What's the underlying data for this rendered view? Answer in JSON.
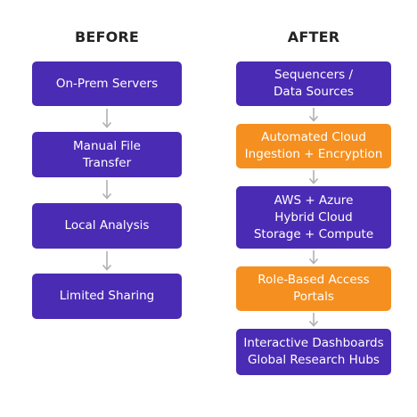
{
  "before": {
    "title": "BEFORE",
    "steps": [
      {
        "lines": [
          "On-Prem Servers"
        ]
      },
      {
        "lines": [
          "Manual File",
          "Transfer"
        ]
      },
      {
        "lines": [
          "Local Analysis"
        ]
      },
      {
        "lines": [
          "Limited Sharing"
        ]
      }
    ]
  },
  "after": {
    "title": "AFTER",
    "steps": [
      {
        "lines": [
          "Sequencers /",
          "Data Sources"
        ]
      },
      {
        "lines": [
          "Automated Cloud",
          "Ingestion + Encryption"
        ]
      },
      {
        "lines": [
          "AWS + Azure",
          "Hybrid Cloud",
          "Storage + Compute"
        ]
      },
      {
        "lines": [
          "Role-Based Access",
          "Portals"
        ]
      },
      {
        "lines": [
          "Interactive Dashboards",
          "Global Research Hubs"
        ]
      }
    ]
  },
  "colors": {
    "purple": "#4a2bb4",
    "orange": "#f58f20",
    "arrow": "#b0b0b0",
    "title": "#232323"
  }
}
